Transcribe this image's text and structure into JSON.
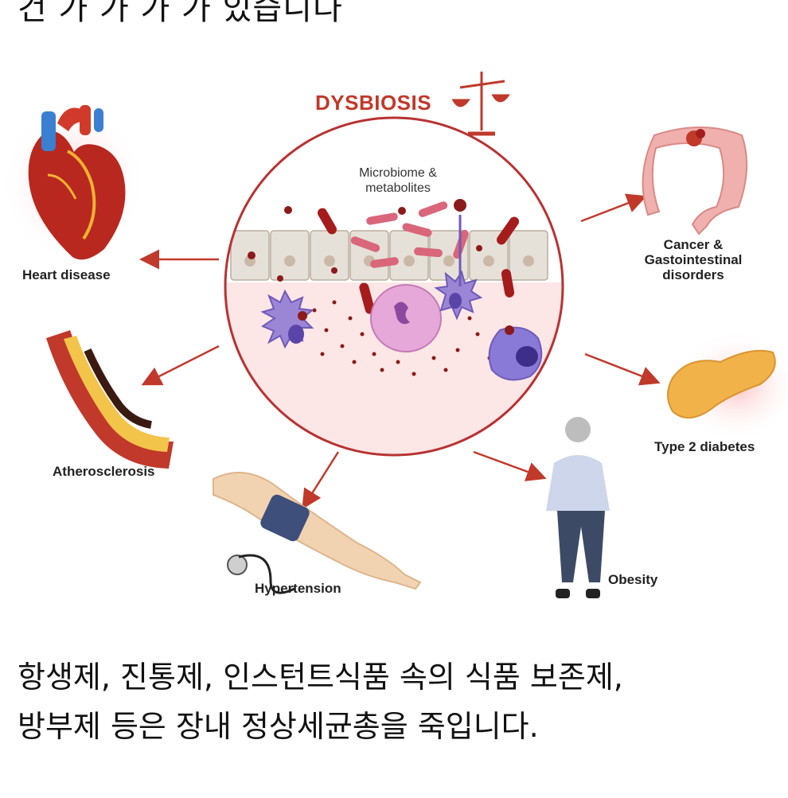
{
  "top_text_cropped": "건 가 가 가 가 있습니다",
  "diagram": {
    "title": "DYSBIOSIS",
    "center_label_line1": "Microbiome &",
    "center_label_line2": "metabolites",
    "outcomes": {
      "heart": "Heart disease",
      "cancer_line1": "Cancer &",
      "cancer_line2": "Gastointestinal",
      "cancer_line3": "disorders",
      "athero": "Atherosclerosis",
      "diabetes": "Type 2 diabetes",
      "hypertension": "Hypertension",
      "obesity": "Obesity"
    }
  },
  "caption": {
    "line1": "항생제, 진통제, 인스턴트식품 속의 식품 보존제,",
    "line2": "방부제 등은 장내 정상세균총을 죽입니다."
  },
  "colors": {
    "accent": "#c0392b",
    "arrow": "#c0392b"
  }
}
